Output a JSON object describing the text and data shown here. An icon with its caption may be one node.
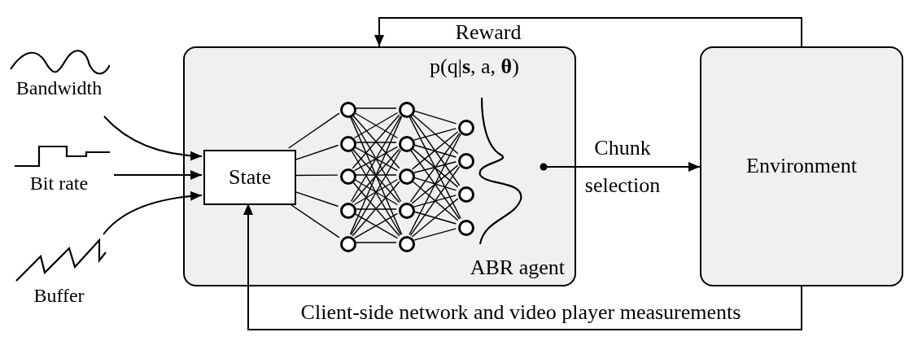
{
  "diagram": {
    "nodes": [
      {
        "text": [
          "Bandwidth"
        ]
      },
      {
        "text": [
          "Bit rate"
        ]
      },
      {
        "text": [
          "Buffer"
        ]
      },
      {
        "text": [
          "ABR agent"
        ]
      },
      {
        "text": [
          "State"
        ],
        "in": 3
      },
      {
        "text": [],
        "shape": "circle",
        "in": 3
      },
      {
        "text": [],
        "shape": "circle",
        "in": 3
      },
      {
        "text": [],
        "shape": "circle",
        "in": 3
      },
      {
        "text": [],
        "shape": "circle",
        "in": 3
      },
      {
        "text": [],
        "shape": "circle",
        "in": 3
      },
      {
        "text": [],
        "shape": "circle",
        "in": 3
      },
      {
        "text": [],
        "shape": "circle",
        "in": 3
      },
      {
        "text": [],
        "shape": "circle",
        "in": 3
      },
      {
        "text": [],
        "shape": "circle",
        "in": 3
      },
      {
        "text": [],
        "shape": "circle",
        "in": 3
      },
      {
        "text": [],
        "shape": "circle",
        "in": 3
      },
      {
        "text": [],
        "shape": "circle",
        "in": 3
      },
      {
        "text": [],
        "shape": "circle",
        "in": 3
      },
      {
        "text": [],
        "shape": "circle",
        "in": 3
      },
      {
        "text": [
          "Environment"
        ]
      }
    ],
    "edges": [
      {
        "from": 0,
        "to": 4,
        "arrow": "to"
      },
      {
        "from": 1,
        "to": 4,
        "arrow": "to"
      },
      {
        "from": 2,
        "to": 4,
        "arrow": "to"
      },
      {
        "from": 4,
        "to": 5,
        "arrow": "none"
      },
      {
        "from": 4,
        "to": 6,
        "arrow": "none"
      },
      {
        "from": 4,
        "to": 7,
        "arrow": "none"
      },
      {
        "from": 4,
        "to": 8,
        "arrow": "none"
      },
      {
        "from": 4,
        "to": 9,
        "arrow": "none"
      },
      {
        "from": 5,
        "to": 10,
        "arrow": "none"
      },
      {
        "from": 5,
        "to": 11,
        "arrow": "none"
      },
      {
        "from": 5,
        "to": 12,
        "arrow": "none"
      },
      {
        "from": 5,
        "to": 13,
        "arrow": "none"
      },
      {
        "from": 5,
        "to": 14,
        "arrow": "none"
      },
      {
        "from": 6,
        "to": 10,
        "arrow": "none"
      },
      {
        "from": 6,
        "to": 11,
        "arrow": "none"
      },
      {
        "from": 6,
        "to": 12,
        "arrow": "none"
      },
      {
        "from": 6,
        "to": 13,
        "arrow": "none"
      },
      {
        "from": 6,
        "to": 14,
        "arrow": "none"
      },
      {
        "from": 7,
        "to": 10,
        "arrow": "none"
      },
      {
        "from": 7,
        "to": 11,
        "arrow": "none"
      },
      {
        "from": 7,
        "to": 12,
        "arrow": "none"
      },
      {
        "from": 7,
        "to": 13,
        "arrow": "none"
      },
      {
        "from": 7,
        "to": 14,
        "arrow": "none"
      },
      {
        "from": 8,
        "to": 10,
        "arrow": "none"
      },
      {
        "from": 8,
        "to": 11,
        "arrow": "none"
      },
      {
        "from": 8,
        "to": 12,
        "arrow": "none"
      },
      {
        "from": 8,
        "to": 13,
        "arrow": "none"
      },
      {
        "from": 8,
        "to": 14,
        "arrow": "none"
      },
      {
        "from": 9,
        "to": 10,
        "arrow": "none"
      },
      {
        "from": 9,
        "to": 11,
        "arrow": "none"
      },
      {
        "from": 9,
        "to": 12,
        "arrow": "none"
      },
      {
        "from": 9,
        "to": 13,
        "arrow": "none"
      },
      {
        "from": 9,
        "to": 14,
        "arrow": "none"
      },
      {
        "from": 10,
        "to": 15,
        "arrow": "none"
      },
      {
        "from": 10,
        "to": 16,
        "arrow": "none"
      },
      {
        "from": 10,
        "to": 17,
        "arrow": "none"
      },
      {
        "from": 10,
        "to": 18,
        "arrow": "none"
      },
      {
        "from": 11,
        "to": 15,
        "arrow": "none"
      },
      {
        "from": 11,
        "to": 16,
        "arrow": "none"
      },
      {
        "from": 11,
        "to": 17,
        "arrow": "none"
      },
      {
        "from": 11,
        "to": 18,
        "arrow": "none"
      },
      {
        "from": 12,
        "to": 15,
        "arrow": "none"
      },
      {
        "from": 12,
        "to": 16,
        "arrow": "none"
      },
      {
        "from": 12,
        "to": 17,
        "arrow": "none"
      },
      {
        "from": 12,
        "to": 18,
        "arrow": "none"
      },
      {
        "from": 13,
        "to": 15,
        "arrow": "none"
      },
      {
        "from": 13,
        "to": 16,
        "arrow": "none"
      },
      {
        "from": 13,
        "to": 17,
        "arrow": "none"
      },
      {
        "from": 13,
        "to": 18,
        "arrow": "none"
      },
      {
        "from": 14,
        "to": 15,
        "arrow": "none"
      },
      {
        "from": 14,
        "to": 16,
        "arrow": "none"
      },
      {
        "from": 14,
        "to": 17,
        "arrow": "none"
      },
      {
        "from": 14,
        "to": 18,
        "arrow": "none"
      },
      {
        "from": 3,
        "to": 19,
        "arrow": "to",
        "label": "Chunk selection"
      },
      {
        "from": 19,
        "to": 3,
        "arrow": "to",
        "label": "Reward"
      },
      {
        "from": 19,
        "to": 4,
        "arrow": "to",
        "label": "Client-side network and video player measurements"
      }
    ],
    "labels": [
      "p(q|**s**, a, **θ**)"
    ]
  }
}
